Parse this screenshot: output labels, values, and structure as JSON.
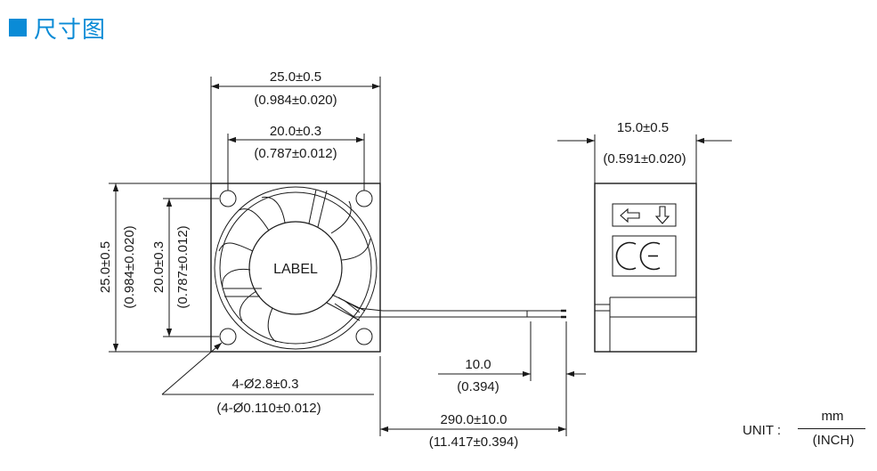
{
  "title": "尺寸图",
  "accent": "#0a8bd6",
  "line_color": "#1a1a1a",
  "front": {
    "overall_w_mm": "25.0±0.5",
    "overall_w_in": "(0.984±0.020)",
    "hole_w_mm": "20.0±0.3",
    "hole_w_in": "(0.787±0.012)",
    "overall_h_mm": "25.0±0.5",
    "overall_h_in": "(0.984±0.020)",
    "hole_h_mm": "20.0±0.3",
    "hole_h_in": "(0.787±0.012)",
    "hub_label": "LABEL",
    "holes_mm": "4-Ø2.8±0.3",
    "holes_in": "(4-Ø0.110±0.012)",
    "strip_mm": "10.0",
    "strip_in": "(0.394)",
    "lead_mm": "290.0±10.0",
    "lead_in": "(11.417±0.394)"
  },
  "side": {
    "depth_mm": "15.0±0.5",
    "depth_in": "(0.591±0.020)",
    "icons": [
      "airflow-arrow-left-icon",
      "rotation-arrow-down-icon",
      "ce-mark-icon"
    ]
  },
  "unit": {
    "label": "UNIT :",
    "numerator": "mm",
    "denominator": "(INCH)"
  }
}
